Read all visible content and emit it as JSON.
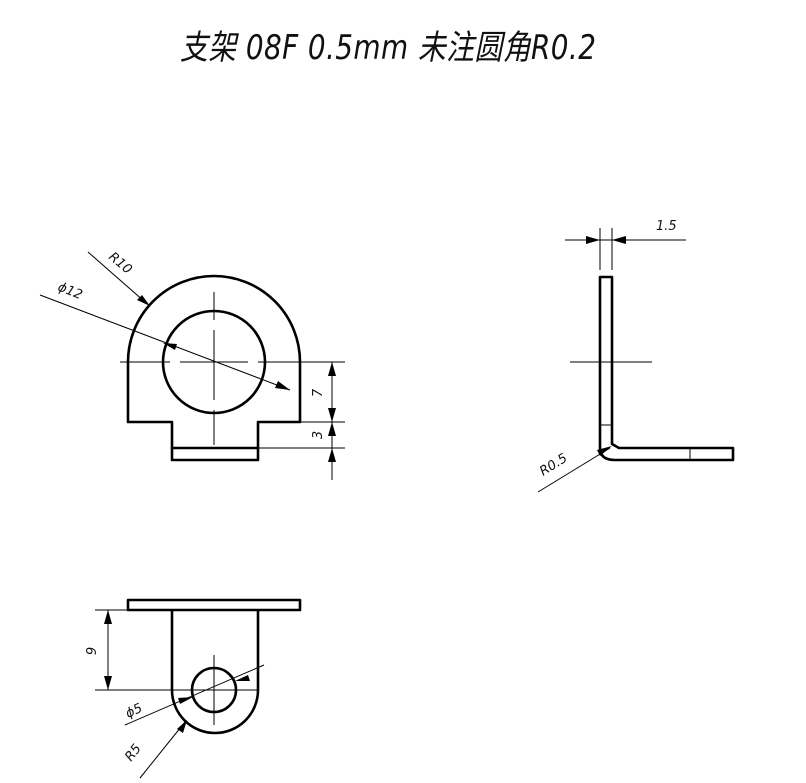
{
  "title": "支架 08F 0.5mm  未注圆角R0.2",
  "front_view": {
    "radius_label": "R10",
    "diameter_label": "ϕ12",
    "dim_height_label": "7",
    "dim_tab_label": "3"
  },
  "side_view": {
    "thickness_label": "1.5",
    "bend_radius_label": "R0.5"
  },
  "top_view": {
    "length_label": "9",
    "hole_label": "ϕ5",
    "radius_label": "R5"
  }
}
